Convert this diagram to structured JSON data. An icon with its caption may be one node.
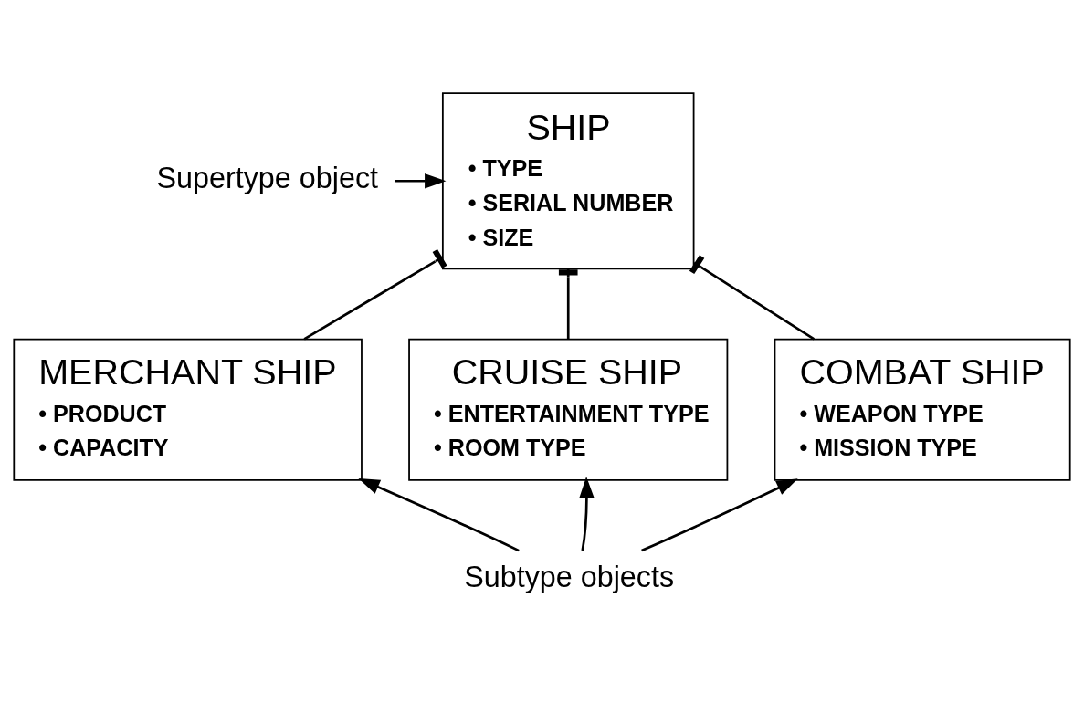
{
  "diagram": {
    "nodes": [
      {
        "text": [
          "Supertype object"
        ]
      },
      {
        "text": [
          "SHIP",
          "• TYPE",
          "• SERIAL NUMBER",
          "• SIZE"
        ]
      },
      {
        "text": [
          "MERCHANT SHIP",
          "• PRODUCT",
          "• CAPACITY"
        ]
      },
      {
        "text": [
          "CRUISE SHIP",
          "• ENTERTAINMENT TYPE",
          "• ROOM TYPE"
        ]
      },
      {
        "text": [
          "COMBAT SHIP",
          "• WEAPON TYPE",
          "• MISSION TYPE"
        ]
      },
      {
        "text": [
          "Subtype objects"
        ]
      }
    ],
    "edges": [
      {
        "from": 0,
        "to": 1,
        "arrow": "to"
      },
      {
        "from": 1,
        "to": 2,
        "arrow": "other"
      },
      {
        "from": 1,
        "to": 3,
        "arrow": "other"
      },
      {
        "from": 1,
        "to": 4,
        "arrow": "other"
      },
      {
        "from": 5,
        "to": 2,
        "arrow": "to"
      },
      {
        "from": 5,
        "to": 3,
        "arrow": "to"
      },
      {
        "from": 5,
        "to": 4,
        "arrow": "to"
      }
    ]
  }
}
